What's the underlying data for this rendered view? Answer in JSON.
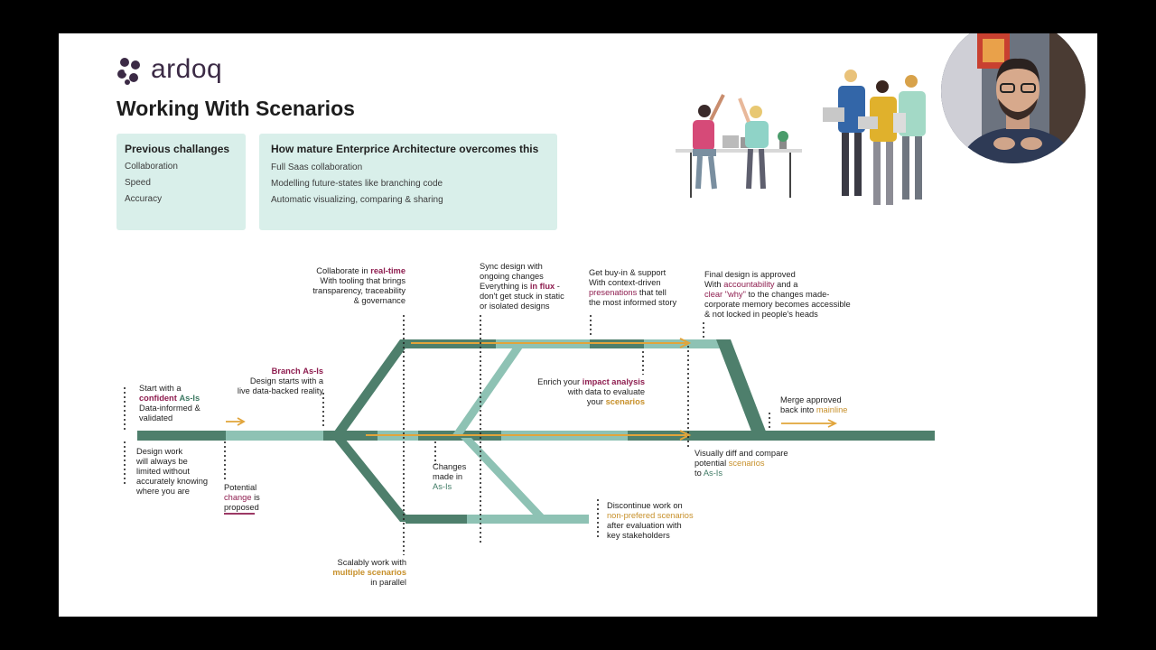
{
  "brand": {
    "name": "ardoq"
  },
  "title": "Working With Scenarios",
  "previous": {
    "title": "Previous challanges",
    "items": [
      "Collaboration",
      "Speed",
      "Accuracy"
    ]
  },
  "mature": {
    "title": "How mature Enterprice Architecture overcomes this",
    "items": [
      "Full Saas collaboration",
      "Modelling future-states like branching code",
      "Automatic visualizing, comparing & sharing"
    ]
  },
  "annotations": {
    "start": {
      "l1": "Start with a",
      "hl_a": "confident",
      "hl_b": "As-Is",
      "l3": "Data-informed &",
      "l4": "validated"
    },
    "design_work": [
      "Design work",
      "will always be",
      "limited without",
      "accurately knowing",
      "where you are"
    ],
    "potential": {
      "l1": "Potential",
      "hl": "change",
      "l2b": "is",
      "l3": "proposed"
    },
    "branch": {
      "hl_a": "Branch",
      "hl_b": "As-Is",
      "l2": "Design starts with a",
      "l3": "live data-backed reality"
    },
    "collab": {
      "l1": "Collaborate in",
      "hl": "real-time",
      "l2": "With tooling that brings",
      "l3": "transparency, traceability",
      "l4": "& governance"
    },
    "sync": {
      "l1": "Sync design with",
      "l2": "ongoing changes",
      "l3a": "Everything is",
      "hl": "in flux",
      "l3b": "-",
      "l4": "don't get stuck in static",
      "l5": "or isolated designs"
    },
    "buyin": {
      "l1": "Get buy-in & support",
      "l2": "With context-driven",
      "hl": "presenations",
      "l3b": "that tell",
      "l4": "the most informed story"
    },
    "final": {
      "l1": "Final design is approved",
      "l2a": "With",
      "hl_a": "accountability",
      "l2b": "and a",
      "hl_b": "clear \"why\"",
      "l3b": "to the changes made-",
      "l4": "corporate memory becomes accessible",
      "l5": "& not locked in people's heads"
    },
    "enrich": {
      "l1a": "Enrich your",
      "hl_a": "impact analysis",
      "l2": "with data to evaluate",
      "l3a": "your",
      "hl_b": "scenarios"
    },
    "merge": {
      "l1": "Merge approved",
      "l2a": "back into",
      "hl": "mainline"
    },
    "changes": {
      "l1": "Changes",
      "l2": "made in",
      "hl": "As-Is"
    },
    "visual": {
      "l1": "Visually diff and compare",
      "l2a": "potential",
      "hl_a": "scenarios",
      "l3a": "to",
      "hl_b": "As-Is"
    },
    "discontinue": {
      "l1": "Discontinue work on",
      "hl": "non-prefered scenarios",
      "l3": "after evaluation with",
      "l4": "key stakeholders"
    },
    "scalably": {
      "l1": "Scalably work with",
      "hl": "multiple scenarios",
      "l3": "in parallel"
    }
  },
  "colors": {
    "dark_green": "#4e7f6c",
    "light_teal": "#8ec2b4",
    "gold": "#e1a43a",
    "magenta": "#8e1d4f",
    "box_bg": "#d9efea"
  },
  "icons": [
    "ardoq-logo-icon",
    "webcam-presenter",
    "team-illustration"
  ]
}
